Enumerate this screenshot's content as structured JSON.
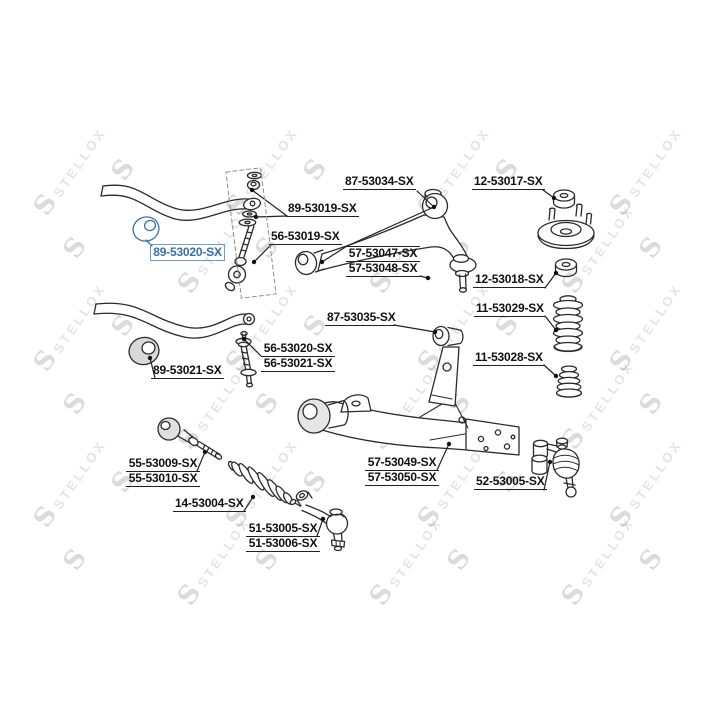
{
  "watermark": {
    "brand": "STELLOX",
    "logo_glyph": "S"
  },
  "selection": {
    "selected_part": "89-53020-SX",
    "highlight_color": "#3a6fae"
  },
  "parts": {
    "upper_control_arm": "87-53034-SX",
    "strut_mount_washer_upper": "12-53017-SX",
    "stabilizer_link_washers": "89-53019-SX",
    "stabilizer_link_front": "56-53019-SX",
    "stabilizer_bushing_front": "89-53020-SX",
    "upper_arm_bushing_a": "57-53047-SX",
    "upper_arm_bushing_b": "57-53048-SX",
    "strut_mount_washer_lower": "12-53018-SX",
    "strut_boot": "11-53029-SX",
    "lower_control_arm": "87-53035-SX",
    "bump_stop": "11-53028-SX",
    "stabilizer_bushing_rear": "89-53021-SX",
    "stabilizer_link_rear_a": "56-53020-SX",
    "stabilizer_link_rear_b": "56-53021-SX",
    "tie_rod_axial_a": "55-53009-SX",
    "tie_rod_axial_b": "55-53010-SX",
    "steering_boot": "14-53004-SX",
    "tie_rod_end_a": "51-53005-SX",
    "tie_rod_end_b": "51-53006-SX",
    "lower_arm_bushing_a": "57-53049-SX",
    "lower_arm_bushing_b": "57-53050-SX",
    "ball_joint": "52-53005-SX"
  }
}
